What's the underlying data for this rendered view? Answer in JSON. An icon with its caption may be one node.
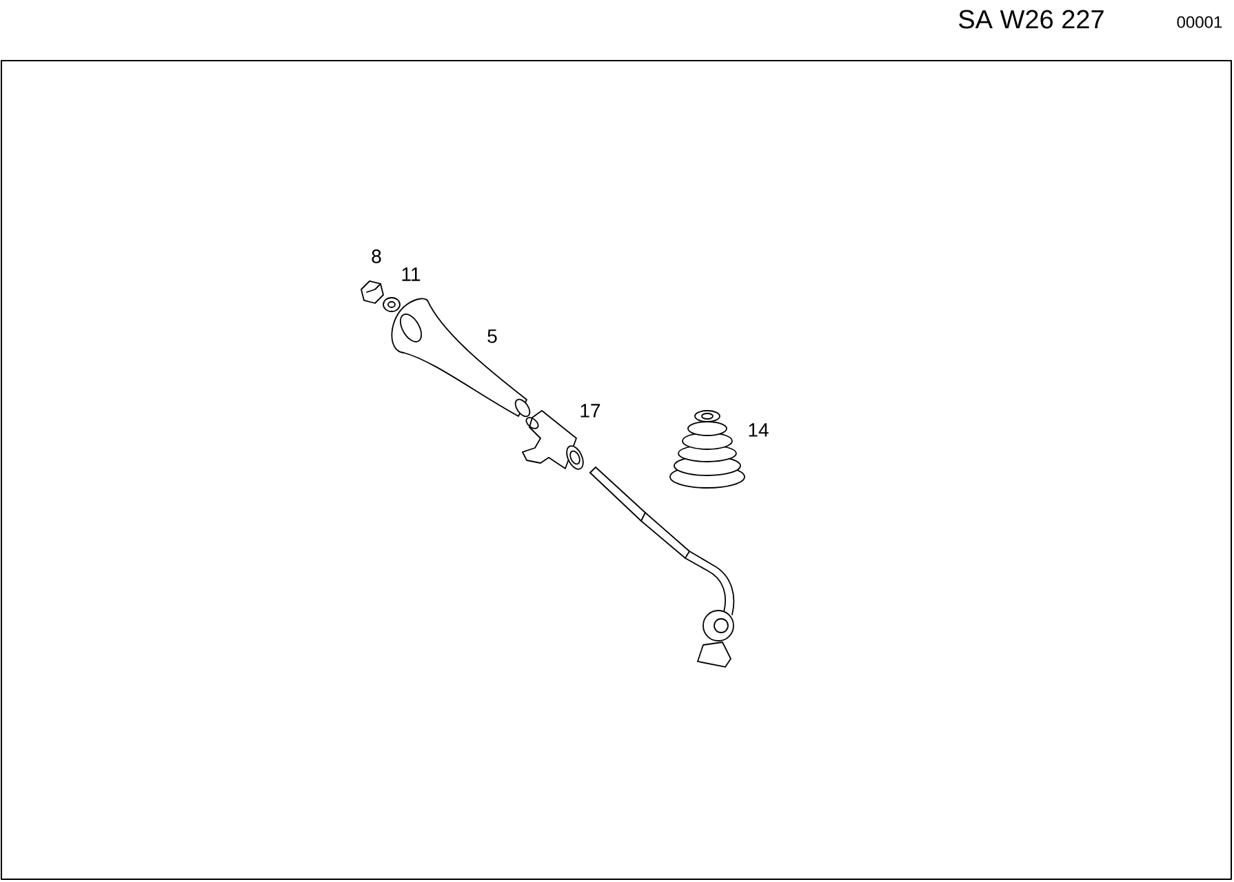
{
  "diagram": {
    "labels": [
      "SA W26 227",
      "00001",
      "8",
      "11",
      "5",
      "17",
      "14"
    ]
  }
}
